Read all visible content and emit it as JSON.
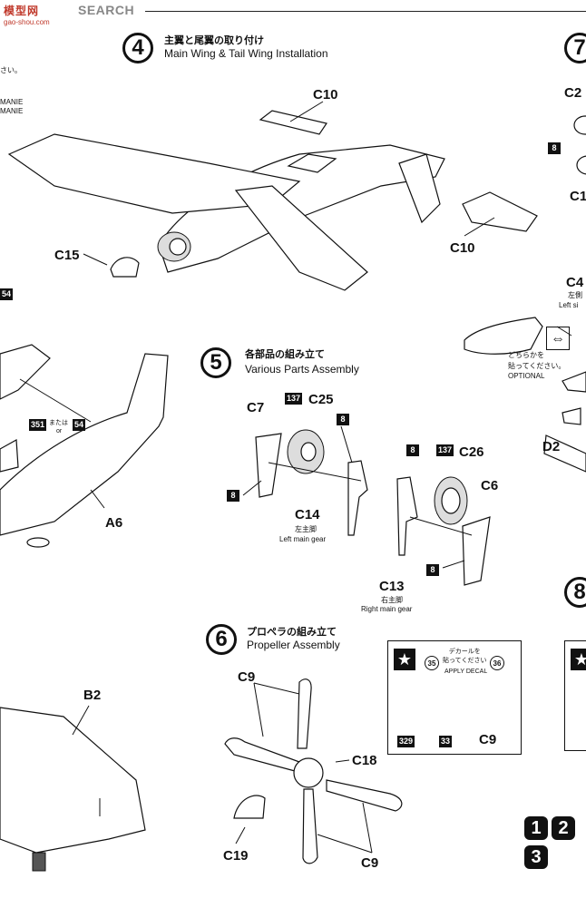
{
  "header": {
    "logo": "模型网",
    "search": "SEARCH",
    "site": "gao-shou.com"
  },
  "left_fragments": [
    "さい。",
    "MANIE",
    "MANIE",
    "54",
    "351",
    "または",
    "54",
    "or"
  ],
  "step4": {
    "number": "4",
    "title_jp": "主翼と尾翼の取り付け",
    "title_en": "Main Wing & Tail Wing Installation",
    "parts": {
      "c10_top": "C10",
      "c10_right": "C10",
      "c15": "C15"
    }
  },
  "step5": {
    "number": "5",
    "title_jp": "各部品の組み立て",
    "title_en": "Various Parts Assembly",
    "parts": {
      "c7": "C7",
      "c25": "C25",
      "n137a": "137",
      "n8a": "8",
      "n8b": "8",
      "c14": "C14",
      "left_jp": "左主脚",
      "left_en": "Left main gear",
      "n8c": "8",
      "n137b": "137",
      "c26": "C26",
      "c6": "C6",
      "n8d": "8",
      "c13": "C13",
      "right_jp": "右主脚",
      "right_en": "Right main gear"
    }
  },
  "step6": {
    "number": "6",
    "title_jp": "プロペラの組み立て",
    "title_en": "Propeller Assembly",
    "parts": {
      "c9_top": "C9",
      "c18": "C18",
      "c19": "C19",
      "c9_bottom": "C9"
    },
    "decal": {
      "jp": "デカールを\n貼ってください",
      "en": "APPLY DECAL",
      "d35": "35",
      "d36": "36",
      "n329": "329",
      "n33": "33",
      "c9": "C9"
    }
  },
  "right_column": {
    "step7": "7",
    "c2": "C2",
    "n8": "8",
    "c1": "C1",
    "c4": "C4",
    "left_jp": "左側",
    "left_en": "Left si",
    "choose_jp": "どちらかを",
    "choose_jp2": "貼ってください。",
    "optional": "OPTIONAL",
    "d2": "D2",
    "step8": "8"
  },
  "left_bottom": {
    "b2": "B2",
    "a6": "A6"
  },
  "page_numbers": [
    "1",
    "2",
    "3"
  ]
}
